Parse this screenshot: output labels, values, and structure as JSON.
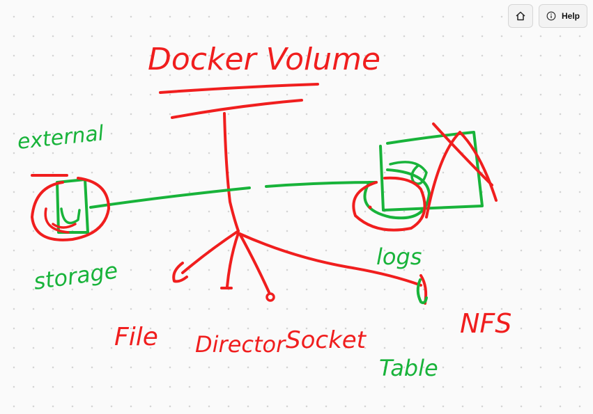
{
  "toolbar": {
    "home_icon": "home-icon",
    "help_icon": "info-icon",
    "help_label": "Help"
  },
  "colors": {
    "red": "#f01e1e",
    "green": "#18b33a"
  },
  "diagram": {
    "title": "Docker Volume",
    "labels": {
      "external": "external",
      "storage": "storage",
      "logs": "logs",
      "file": "File",
      "directory": "Director",
      "socket": "Socket",
      "table": "Table",
      "nfs": "NFS"
    }
  }
}
